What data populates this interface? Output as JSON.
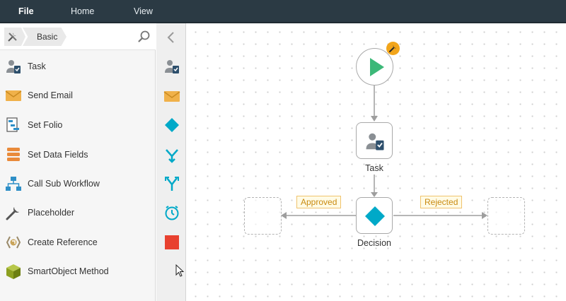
{
  "menu": {
    "items": [
      {
        "label": "File",
        "active": true
      },
      {
        "label": "Home",
        "active": false
      },
      {
        "label": "View",
        "active": false
      }
    ]
  },
  "toolbox": {
    "breadcrumb": {
      "current": "Basic"
    },
    "items": [
      {
        "label": "Task",
        "icon": "user-task-icon"
      },
      {
        "label": "Send Email",
        "icon": "envelope-icon"
      },
      {
        "label": "Set Folio",
        "icon": "folio-icon"
      },
      {
        "label": "Set Data Fields",
        "icon": "data-fields-icon"
      },
      {
        "label": "Call Sub Workflow",
        "icon": "sub-workflow-icon"
      },
      {
        "label": "Placeholder",
        "icon": "wrench-icon"
      },
      {
        "label": "Create Reference",
        "icon": "reference-icon"
      },
      {
        "label": "SmartObject Method",
        "icon": "smartobject-cube-icon"
      }
    ]
  },
  "strip": {
    "icons": [
      "user-task-icon",
      "envelope-icon",
      "decision-diamond-icon",
      "merge-icon",
      "split-icon",
      "timer-icon",
      "stop-icon"
    ]
  },
  "canvas": {
    "task_label": "Task",
    "decision_label": "Decision",
    "approved_label": "Approved",
    "rejected_label": "Rejected"
  },
  "colors": {
    "menubar": "#2b3a44",
    "start_green": "#3cb878",
    "decision_teal": "#00a9c8",
    "badge_orange": "#f2a51a",
    "stop_red": "#e8412f"
  }
}
